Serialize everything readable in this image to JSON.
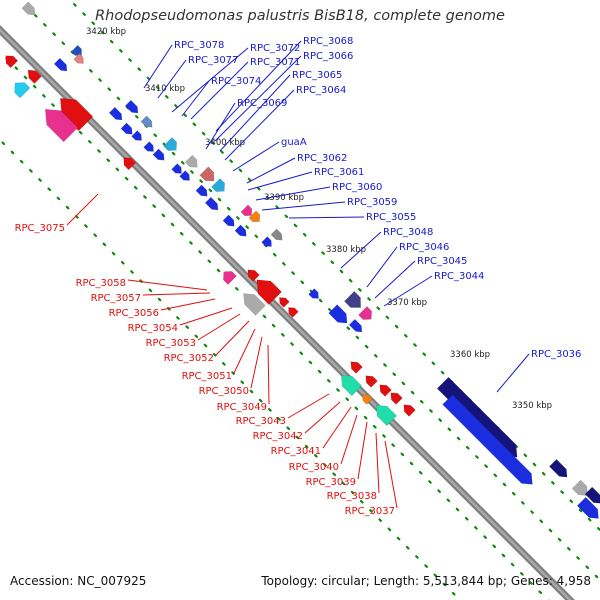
{
  "title": "Rhodopseudomonas palustris BisB18, complete genome",
  "accession": "Accession: NC_007925",
  "summary": "Topology: circular; Length: 5,513,844 bp; Genes: 4,958",
  "colors": {
    "backbone": "#808080",
    "plus_label": "#1a1acc",
    "minus_label": "#e01010",
    "dots": "#118811"
  },
  "ticks": [
    "3420 kbp",
    "3410 kbp",
    "3400 kbp",
    "3390 kbp",
    "3380 kbp",
    "3370 kbp",
    "3360 kbp",
    "3350 kbp"
  ],
  "plus_labels": [
    "RPC_3078",
    "RPC_3077",
    "RPC_3074",
    "RPC_3072",
    "RPC_3071",
    "RPC_3068",
    "RPC_3066",
    "RPC_3065",
    "RPC_3064",
    "RPC_3069",
    "guaA",
    "RPC_3062",
    "RPC_3061",
    "RPC_3060",
    "RPC_3059",
    "RPC_3055",
    "RPC_3048",
    "RPC_3046",
    "RPC_3045",
    "RPC_3044",
    "RPC_3036"
  ],
  "minus_labels": [
    "RPC_3075",
    "RPC_3058",
    "RPC_3057",
    "RPC_3056",
    "RPC_3054",
    "RPC_3053",
    "RPC_3052",
    "RPC_3051",
    "RPC_3050",
    "RPC_3049",
    "RPC_3043",
    "RPC_3042",
    "RPC_3041",
    "RPC_3040",
    "RPC_3039",
    "RPC_3038",
    "RPC_3037"
  ]
}
